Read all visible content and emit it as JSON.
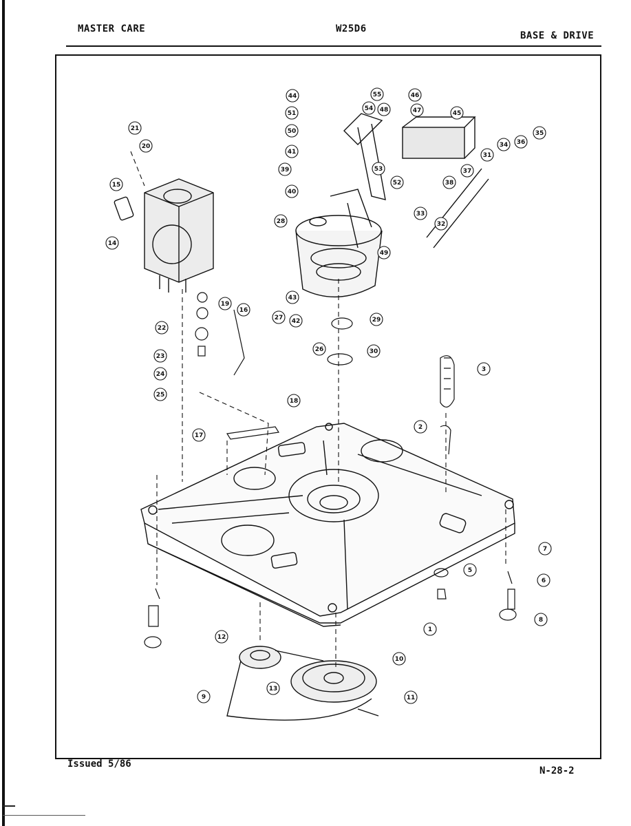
{
  "header": {
    "left": "MASTER CARE",
    "center": "W25D6",
    "right": "BASE & DRIVE"
  },
  "footer": {
    "left": "Issued 5/86",
    "right": "N-28-2"
  },
  "callouts": [
    "1",
    "2",
    "3",
    "5",
    "6",
    "7",
    "8",
    "9",
    "10",
    "11",
    "12",
    "13",
    "14",
    "15",
    "16",
    "17",
    "18",
    "19",
    "20",
    "21",
    "22",
    "23",
    "24",
    "25",
    "26",
    "27",
    "28",
    "29",
    "30",
    "31",
    "32",
    "33",
    "34",
    "35",
    "36",
    "37",
    "38",
    "39",
    "40",
    "41",
    "42",
    "43",
    "44",
    "45",
    "46",
    "47",
    "48",
    "49",
    "50",
    "51",
    "52",
    "53",
    "54",
    "55"
  ],
  "colors": {
    "ink": "#111111",
    "paper": "#ffffff",
    "shade": "#555555"
  }
}
